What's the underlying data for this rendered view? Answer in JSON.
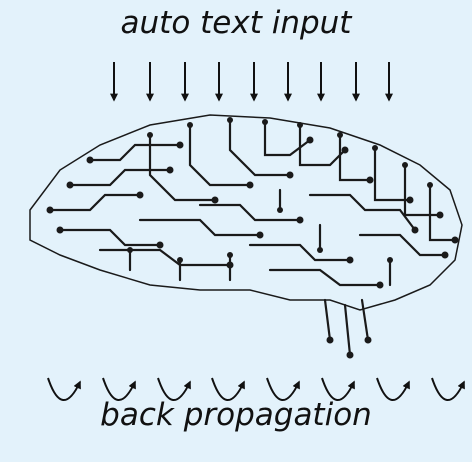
{
  "diagram": {
    "top_label": "auto text input",
    "bottom_label": "back propagation",
    "input_arrow_count": 9,
    "feedback_arrow_count": 8,
    "colors": {
      "background": "#e3f2fb",
      "ink": "#111111"
    },
    "illustration": "circuit-brain-icon"
  }
}
